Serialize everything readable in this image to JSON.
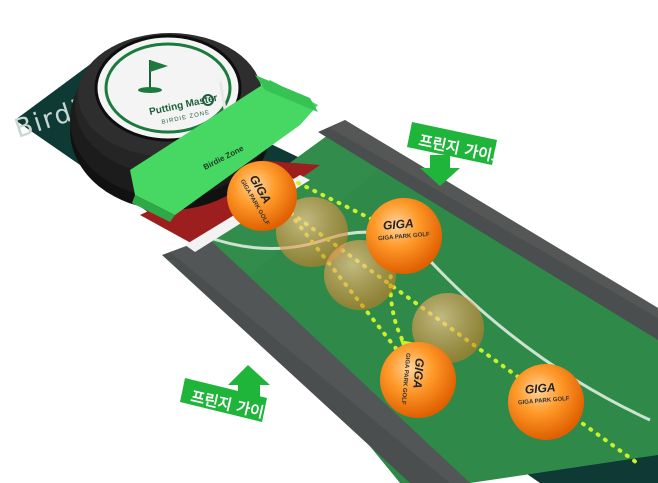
{
  "mat": {
    "label": "Birdie"
  },
  "device": {
    "title": "Putting Master",
    "subtitle": "BIRDIE ZONE",
    "bracket_label": "Birdie Zone"
  },
  "callouts": [
    {
      "label": "프린지 가이드"
    },
    {
      "label": "프린지 가이드"
    }
  ],
  "ball": {
    "brand": "GIGA",
    "sub": "GIGA PARK GOLF"
  },
  "colors": {
    "mat_dark": "#103a36",
    "green": "#2f8a4a",
    "fringe": "#4a4d4d",
    "device_green": "#4be06a",
    "callout_green": "#21b43a",
    "ball_orange": "#ff8a1c",
    "guide_dots": "#c8f02a"
  }
}
